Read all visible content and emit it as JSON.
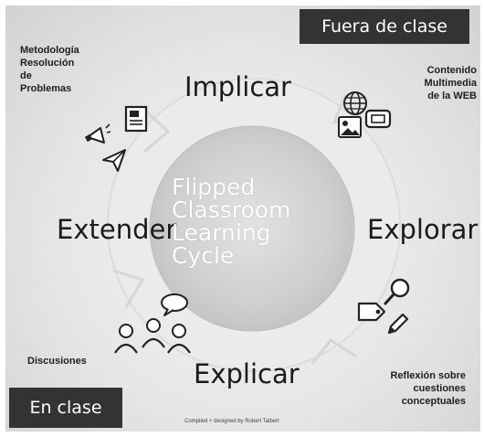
{
  "corner_labels": {
    "outside": "Fuera de clase",
    "inside": "En clase"
  },
  "stages": {
    "engage": "Implicar",
    "explore": "Explorar",
    "explain": "Explicar",
    "extend": "Extender"
  },
  "notes": {
    "methodology": [
      "Metodología",
      "Resolución",
      "de",
      "Problemas"
    ],
    "multimedia": [
      "Contenido",
      "Multimedia",
      "de la WEB"
    ],
    "discussions": "Discusiones",
    "reflection": [
      "Reflexión sobre",
      "cuestiones",
      "conceptuales"
    ]
  },
  "center_title": [
    "Flipped",
    "Classroom",
    "Learning",
    "Cycle"
  ],
  "credit": "Compiled + designed by Robert Talbert",
  "colors": {
    "dark_tab": "#333333",
    "ring": "#e9e9e9",
    "inner_disc": "#cdcdcd"
  },
  "icons": [
    "globe-icon",
    "picture-icon",
    "monitor-icon",
    "magnifier-icon",
    "price-tag-icon",
    "pencil-icon",
    "megaphone-icon",
    "document-icon",
    "paper-plane-icon",
    "people-icon",
    "speech-bubble-icon"
  ]
}
